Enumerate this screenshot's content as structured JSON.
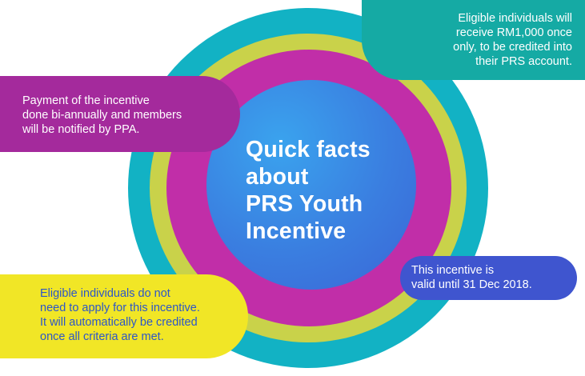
{
  "center_title": {
    "lines": [
      "Quick facts",
      "about",
      "PRS Youth",
      "Incentive"
    ]
  },
  "facts": {
    "top_right": {
      "lines": [
        "Eligible individuals will",
        "receive RM1,000 once",
        "only, to be credited into",
        "their PRS account."
      ],
      "color": "#15aaa4"
    },
    "left": {
      "lines": [
        "Payment of the incentive",
        "done bi-annually and members",
        "will be notified by PPA."
      ],
      "color": "#a42a9c"
    },
    "right": {
      "lines": [
        "This incentive is",
        "valid until  31 Dec 2018."
      ],
      "color": "#3f55cf"
    },
    "bottom_left": {
      "lines": [
        "Eligible individuals do not",
        "need to apply for this incentive.",
        "It will automatically be credited",
        "once all criteria are met."
      ],
      "color": "#f1e626",
      "text_color": "#2c56c9"
    }
  },
  "rings": {
    "outer_color": "#12b2c4",
    "second_color": "#c9d24a",
    "third_color": "#c12ea8",
    "core_color": "#3a7ee0"
  }
}
